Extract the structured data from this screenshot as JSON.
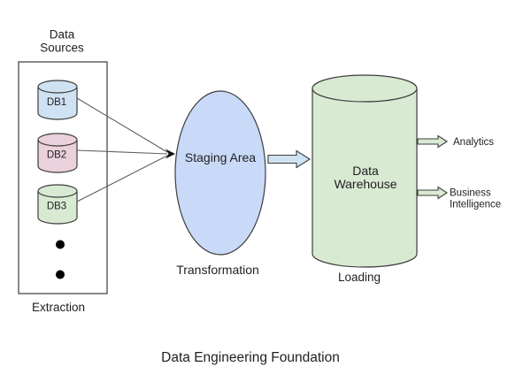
{
  "title": "Data Engineering Foundation",
  "colors": {
    "db1_fill": "#cfe2f3",
    "db2_fill": "#ead1dc",
    "db3_fill": "#d9ead3",
    "staging_fill": "#c9daf8",
    "warehouse_fill": "#d9ead3",
    "flow_arrow_fill": "#cfe2f3",
    "output_arrow_fill": "#d9ead3",
    "stroke": "#3d3d3d",
    "connector": "#5f5f5f",
    "text": "#1f1f1f",
    "background": "#ffffff"
  },
  "diagram": {
    "sources": {
      "title_line1": "Data",
      "title_line2": "Sources",
      "databases": [
        {
          "label": "DB1"
        },
        {
          "label": "DB2"
        },
        {
          "label": "DB3"
        }
      ],
      "stage_label": "Extraction"
    },
    "staging": {
      "label": "Staging Area",
      "stage_label": "Transformation"
    },
    "warehouse": {
      "label_line1": "Data",
      "label_line2": "Warehouse",
      "stage_label": "Loading"
    },
    "outputs": {
      "analytics": {
        "label": "Analytics"
      },
      "business_intelligence": {
        "label_line1": "Business",
        "label_line2": "Intelligence"
      }
    }
  }
}
